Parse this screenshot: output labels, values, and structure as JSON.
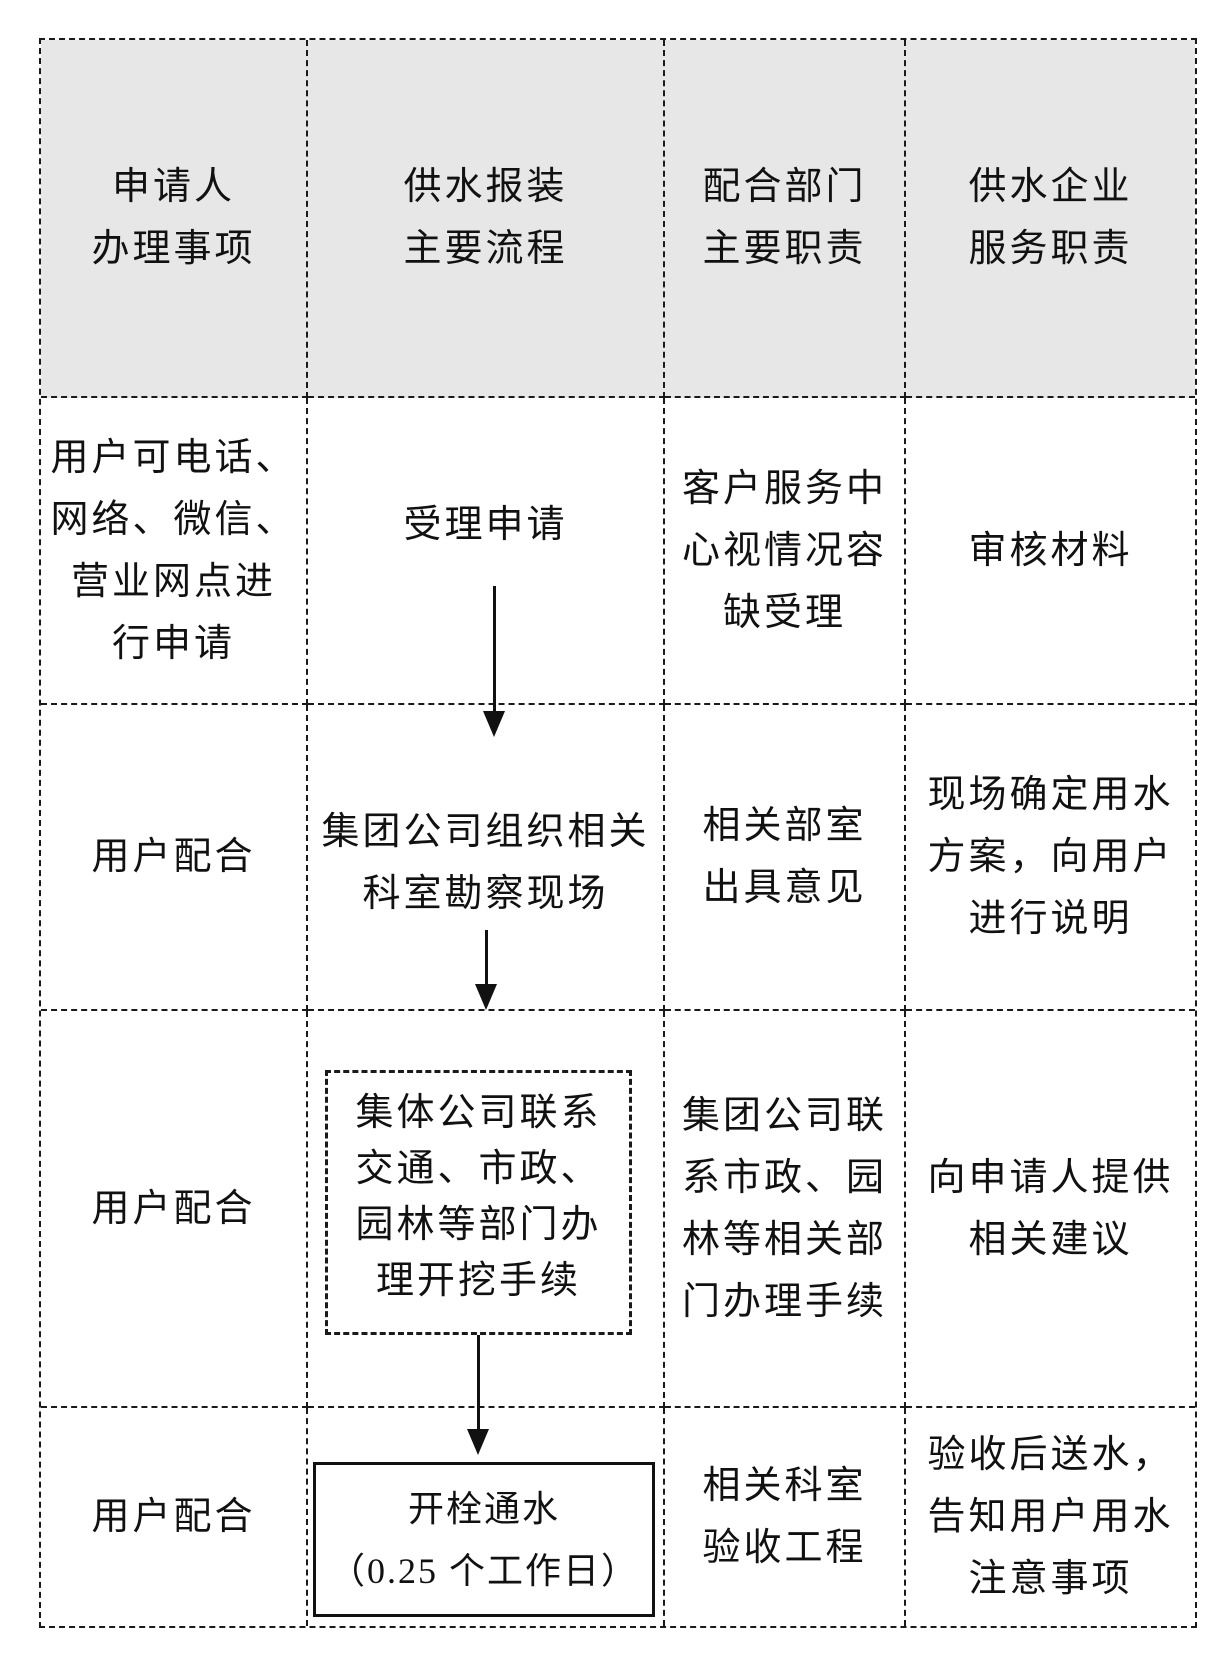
{
  "colors": {
    "page_bg": "#ffffff",
    "header_bg": "#e7e7e7",
    "border": "#1a1a1a",
    "text": "#111111"
  },
  "table": {
    "headers": [
      "申请人\n办理事项",
      "供水报装\n主要流程",
      "配合部门\n主要职责",
      "供水企业\n服务职责"
    ],
    "rows": [
      {
        "applicant_matters": "用户可电话、\n网络、微信、\n营业网点进\n行申请",
        "main_process": "受理申请",
        "cooperating_duties": "客户服务中\n心视情况容\n缺受理",
        "enterprise_duties": "审核材料"
      },
      {
        "applicant_matters": "用户配合",
        "main_process": "集团公司组织相关\n科室勘察现场",
        "cooperating_duties": "相关部室\n出具意见",
        "enterprise_duties": "现场确定用水\n方案，向用户\n进行说明"
      },
      {
        "applicant_matters": "用户配合",
        "main_process": "集体公司联系\n交通、市政、\n园林等部门办\n理开挖手续",
        "cooperating_duties": "集团公司联\n系市政、园\n林等相关部\n门办理手续",
        "enterprise_duties": "向申请人提供\n相关建议"
      },
      {
        "applicant_matters": "用户配合",
        "main_process": "开栓通水\n（0.25 个工作日）",
        "cooperating_duties": "相关科室\n验收工程",
        "enterprise_duties": "验收后送水，\n告知用户用水\n注意事项"
      }
    ]
  }
}
